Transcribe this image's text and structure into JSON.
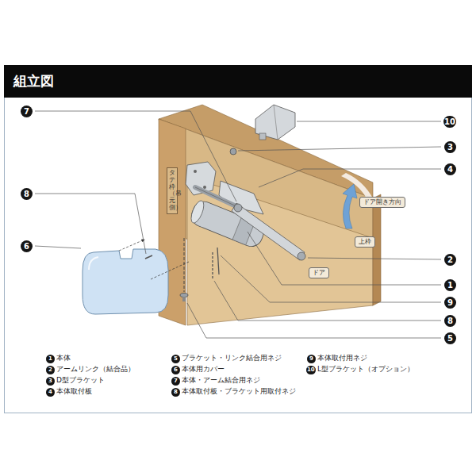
{
  "diagram": {
    "title": "組立図",
    "nodes": [
      {
        "text": [
          "タテ枠（吊元側）"
        ]
      },
      {
        "text": [
          "ドア開き方向"
        ]
      },
      {
        "text": [
          "上枠"
        ]
      },
      {
        "text": [
          "ドア"
        ]
      }
    ],
    "labels": [
      "7",
      "10",
      "3",
      "4",
      "8",
      "6",
      "2",
      "1",
      "9",
      "8",
      "5",
      "1",
      "本体",
      "2",
      "アームリンク（結合品）",
      "3",
      "D型ブラケット",
      "4",
      "本体取付板",
      "5",
      "ブラケット・リンク結合用ネジ",
      "6",
      "本体用カバー",
      "7",
      "本体・アーム結合用ネジ",
      "8",
      "本体取付板・ブラケット用取付ネジ",
      "9",
      "本体取付用ネジ",
      "10",
      "L型ブラケット（オプション）"
    ]
  }
}
